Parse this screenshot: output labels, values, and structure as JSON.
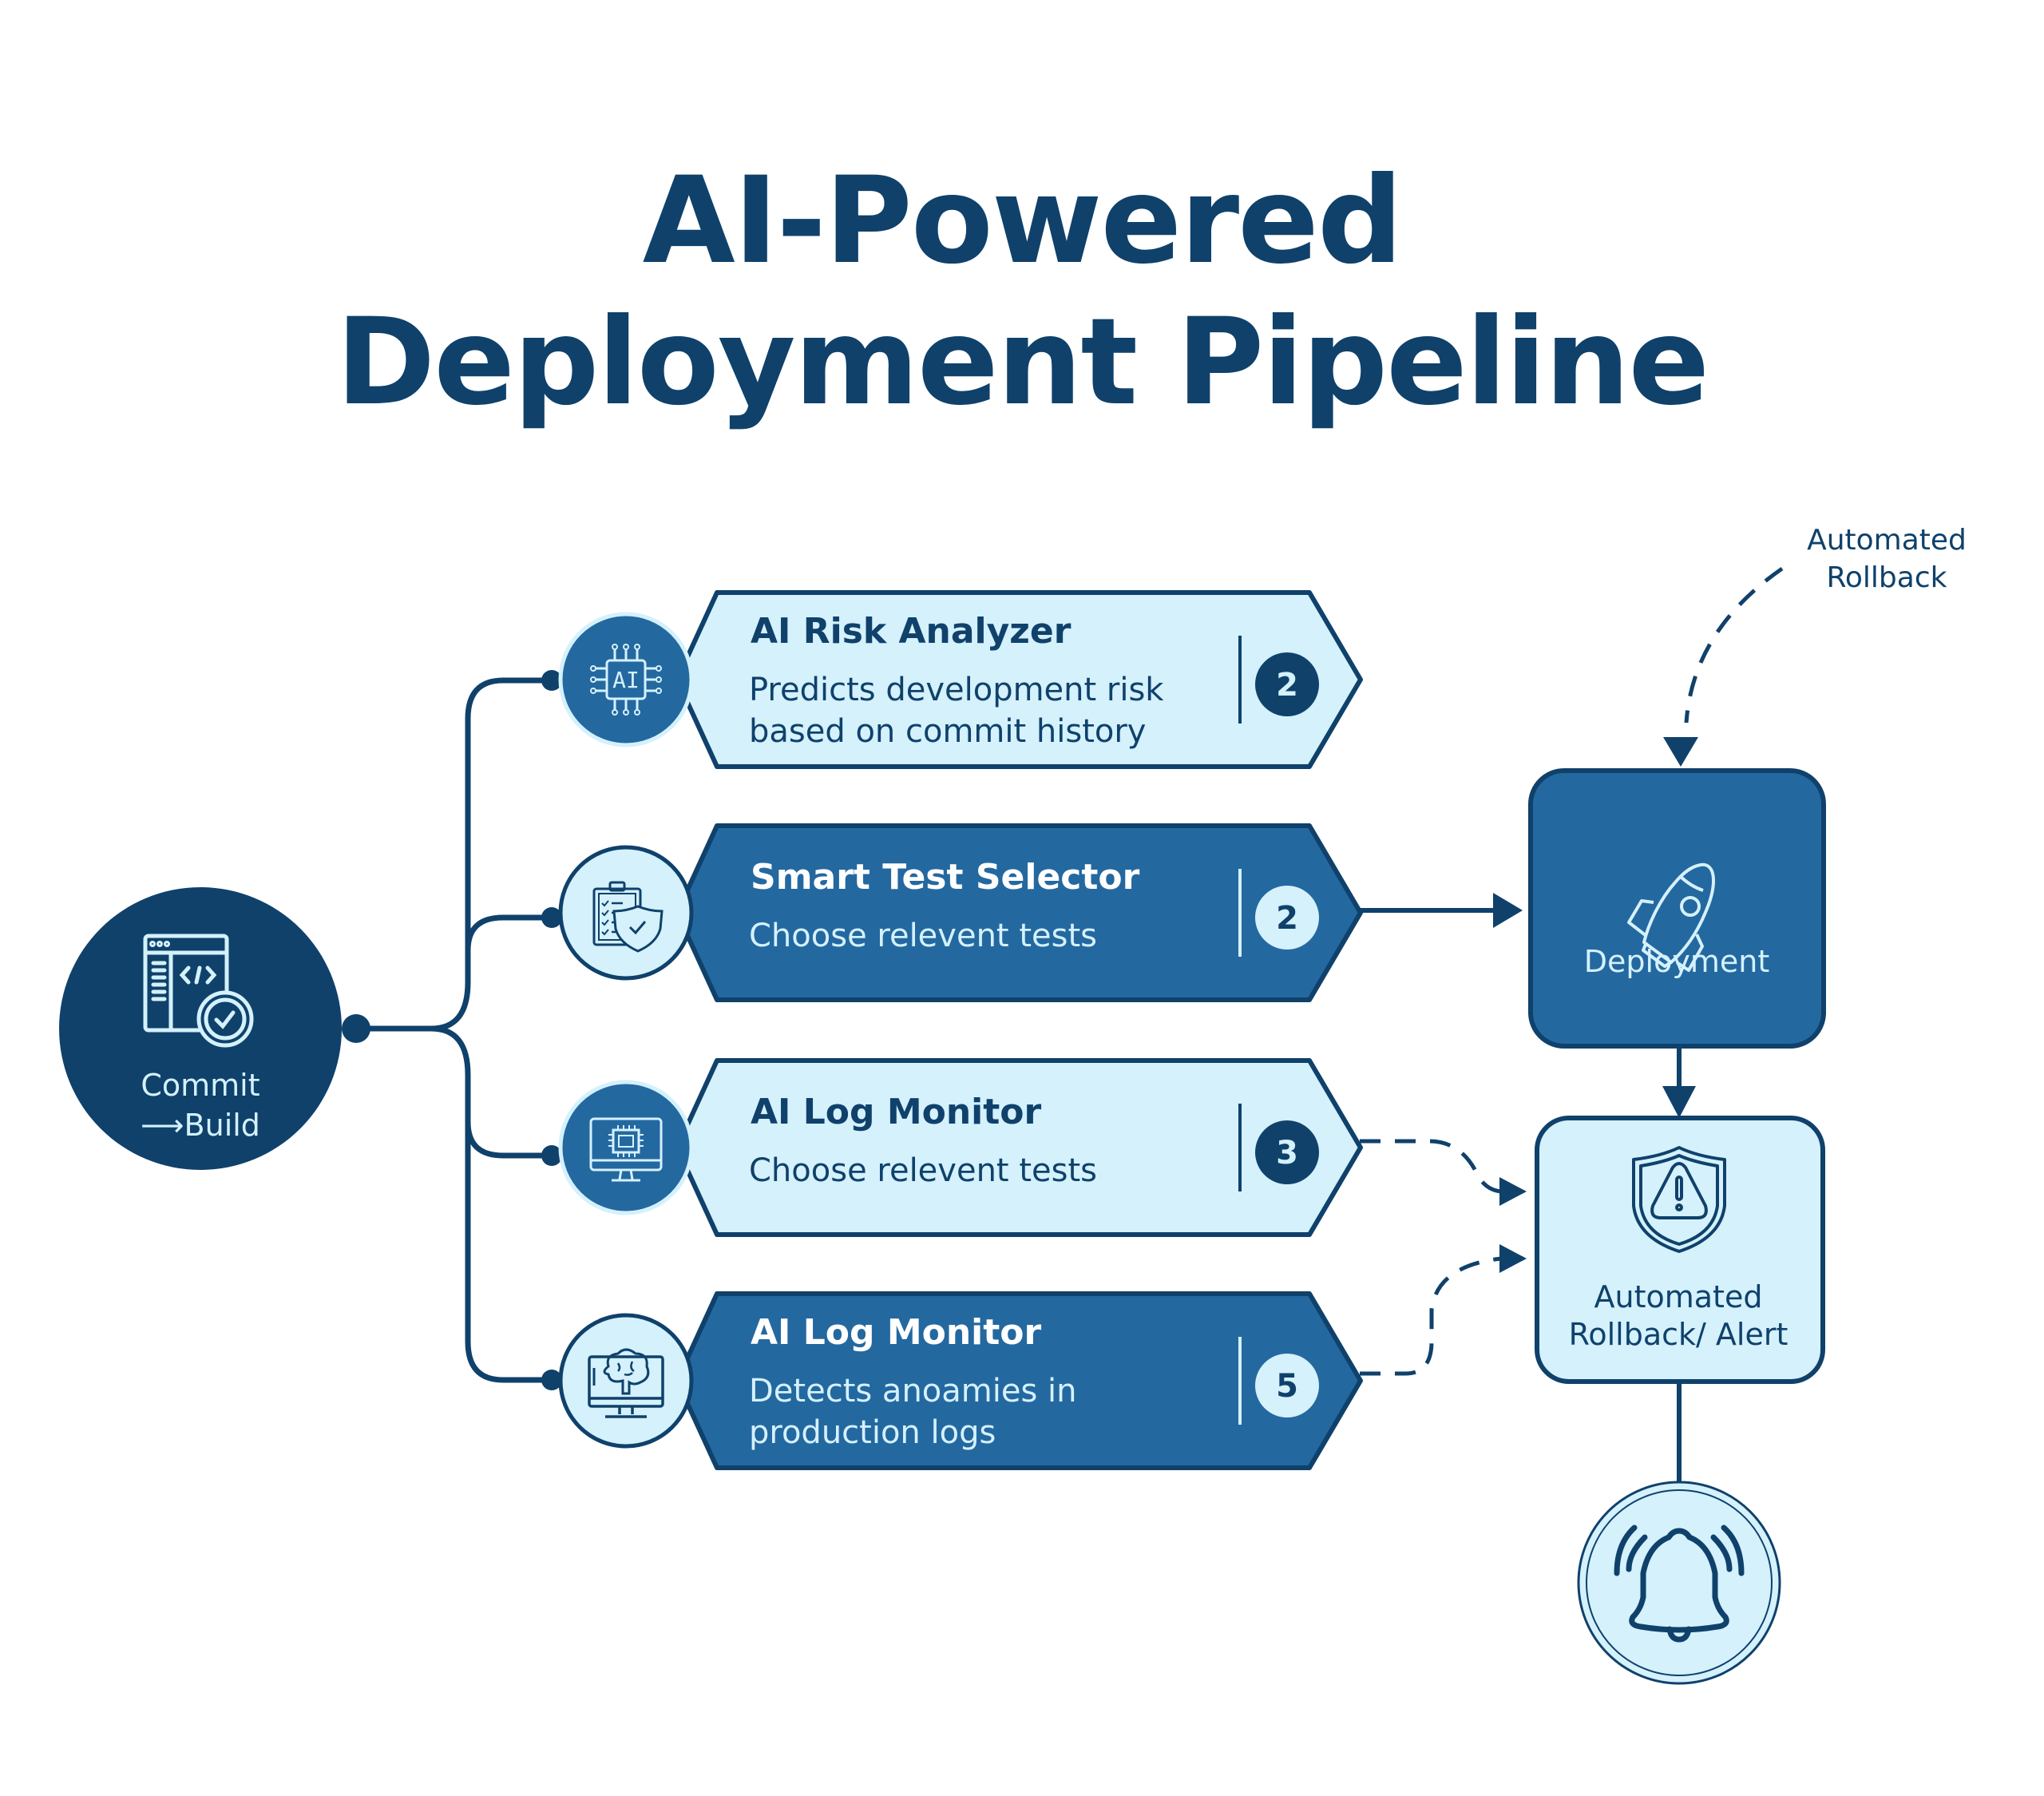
{
  "title": {
    "line1": "AI-Powered",
    "line2": "Deployment Pipeline"
  },
  "colors": {
    "navy": "#0f416b",
    "mid_blue": "#2468a0",
    "light": "#d4f1fc",
    "white": "#ffffff"
  },
  "source_node": {
    "line1": "Commit",
    "line2": "⟶Build",
    "icon": "code-window-check-icon"
  },
  "steps": [
    {
      "title": "AI Risk Analyzer",
      "desc_lines": [
        "Predicts development risk",
        "based on commit history"
      ],
      "badge": "2",
      "variant": "light",
      "icon": "ai-chip-icon"
    },
    {
      "title": "Smart Test Selector",
      "desc_lines": [
        "Choose relevent tests"
      ],
      "badge": "2",
      "variant": "dark",
      "icon": "clipboard-shield-icon"
    },
    {
      "title": "AI Log Monitor",
      "desc_lines": [
        "Choose relevent tests"
      ],
      "badge": "3",
      "variant": "light",
      "icon": "monitor-chip-icon"
    },
    {
      "title": "AI Log Monitor",
      "desc_lines": [
        "Detects anoamies in",
        "production logs"
      ],
      "badge": "5",
      "variant": "dark",
      "icon": "monitor-brain-icon"
    }
  ],
  "deployment": {
    "label": "Deployment",
    "icon": "rocket-icon"
  },
  "rollback_box": {
    "line1": "Automated",
    "line2": "Rollback/ Alert",
    "icon": "shield-warning-icon"
  },
  "rollback_label": {
    "line1": "Automated",
    "line2": "Rollback"
  },
  "alert_node": {
    "icon": "bell-ringing-icon"
  }
}
